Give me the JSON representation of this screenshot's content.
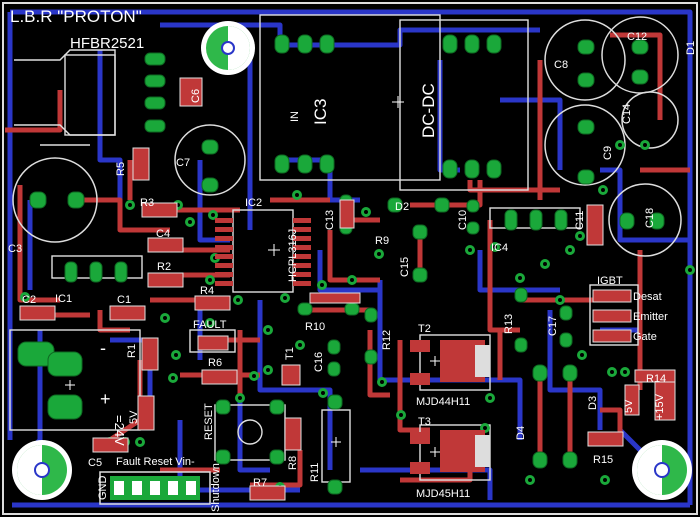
{
  "board": {
    "title": "L.B.R \"PROTON\"",
    "colors": {
      "background": "#000000",
      "top_copper": "#c03838",
      "bottom_copper": "#2a36c8",
      "pad": "#1aa83a",
      "via_ring": "#1aa83a",
      "silkscreen": "#e8e8e8",
      "smd_pad": "#b82a2a"
    }
  },
  "components": {
    "hfbr": "HFBR2521",
    "c6": "C6",
    "c7": "C7",
    "c3": "C3",
    "c2": "C2",
    "c1": "C1",
    "c4": "C4",
    "c5": "C5",
    "c8": "C8",
    "c9": "C9",
    "c10": "C10",
    "c11": "C11",
    "c12": "C12",
    "c13": "C13",
    "c14": "C14",
    "c15": "C15",
    "c16": "C16",
    "c17": "C17",
    "c18": "C18",
    "r1": "R1",
    "r2": "R2",
    "r3": "R3",
    "r4": "R4",
    "r5": "R5",
    "r6": "R6",
    "r7": "R7",
    "r8": "R8",
    "r9": "R9",
    "r10": "R10",
    "r11": "R11",
    "r12": "R12",
    "r13": "R13",
    "r14": "R14",
    "r15": "R15",
    "ic1": "IC1",
    "ic2": "IC2",
    "ic3": "IC3",
    "ic4": "IC4",
    "hcpl": "HCPL316J",
    "dcdc": "DC-DC",
    "in": "IN",
    "d1": "D1",
    "d2": "D2",
    "d3": "D3",
    "d4": "D4",
    "t1": "T1",
    "t2": "T2",
    "t3": "T3",
    "mjd44": "MJD44H11",
    "mjd45": "MJD45H11",
    "fault": "FAULT",
    "reset": "RESET",
    "v24": "=24V",
    "v5a": "5V",
    "v5b": "5V",
    "v15": "+15V",
    "igbt": "IGBT",
    "desat": "Desat",
    "emitter": "Emitter",
    "gate": "Gate",
    "conn_top": "Fault Reset  Vin-",
    "conn_gnd": "GND",
    "conn_shutdown": "Shutdown",
    "minus": "-",
    "plus": "+"
  }
}
